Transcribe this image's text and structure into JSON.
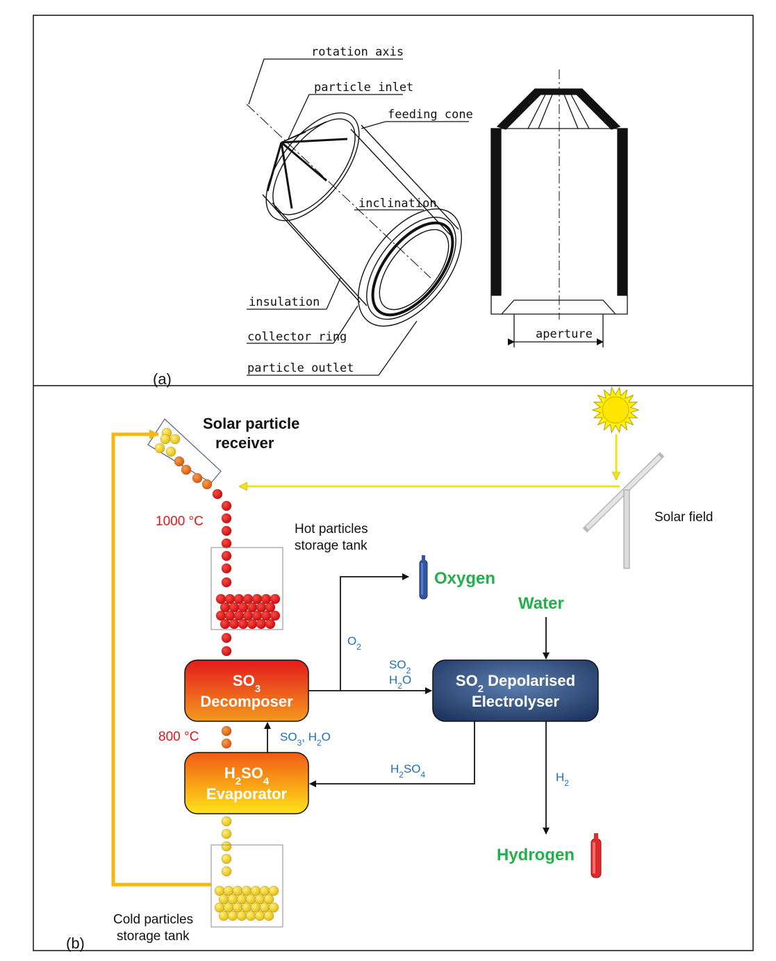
{
  "panel_a": {
    "label": "(a)",
    "callouts": {
      "rotation_axis": "rotation axis",
      "particle_inlet": "particle inlet",
      "feeding_cone": "feeding cone",
      "inclination": "inclination",
      "insulation": "insulation",
      "collector_ring": "collector ring",
      "particle_outlet": "particle outlet",
      "aperture": "aperture"
    }
  },
  "panel_b": {
    "label": "(b)",
    "receiver_title_1": "Solar particle",
    "receiver_title_2": "receiver",
    "solar_field": "Solar field",
    "temp_hot": "1000 °C",
    "temp_mid": "800 °C",
    "hot_tank_1": "Hot particles",
    "hot_tank_2": "storage tank",
    "cold_tank_1": "Cold particles",
    "cold_tank_2": "storage tank",
    "oxygen": "Oxygen",
    "water": "Water",
    "hydrogen": "Hydrogen",
    "so3_decomposer": {
      "line1_main": "SO",
      "line1_sub": "3",
      "line2": "Decomposer"
    },
    "evaporator": {
      "l1a": "H",
      "l1b": "2",
      "l1c": "SO",
      "l1d": "4",
      "line2": "Evaporator"
    },
    "electrolyser": {
      "l1a": "SO",
      "l1b": "2",
      "l1c": " Depolarised",
      "line2": "Electrolyser"
    },
    "flows": {
      "o2_main": "O",
      "o2_sub": "2",
      "so2_main": "SO",
      "so2_sub": "2",
      "h2o_a": "H",
      "h2o_b": "2",
      "h2o_c": "O",
      "so3h2o_a": "SO",
      "so3h2o_b": "3",
      "so3h2o_c": ", H",
      "so3h2o_d": "2",
      "so3h2o_e": "O",
      "h2so4_a": "H",
      "h2so4_b": "2",
      "h2so4_c": "SO",
      "h2so4_d": "4",
      "h2_main": "H",
      "h2_sub": "2"
    }
  },
  "colors": {
    "hot_particle": "#e4151b",
    "warm_particle": "#e8701a",
    "cold_particle": "#f5d616",
    "solar_ray": "#f2e21a",
    "return_line": "#f6b80e",
    "electrolyser": "#2b4a78",
    "label_blue": "#1a6fc0",
    "label_green": "#22b04b"
  }
}
